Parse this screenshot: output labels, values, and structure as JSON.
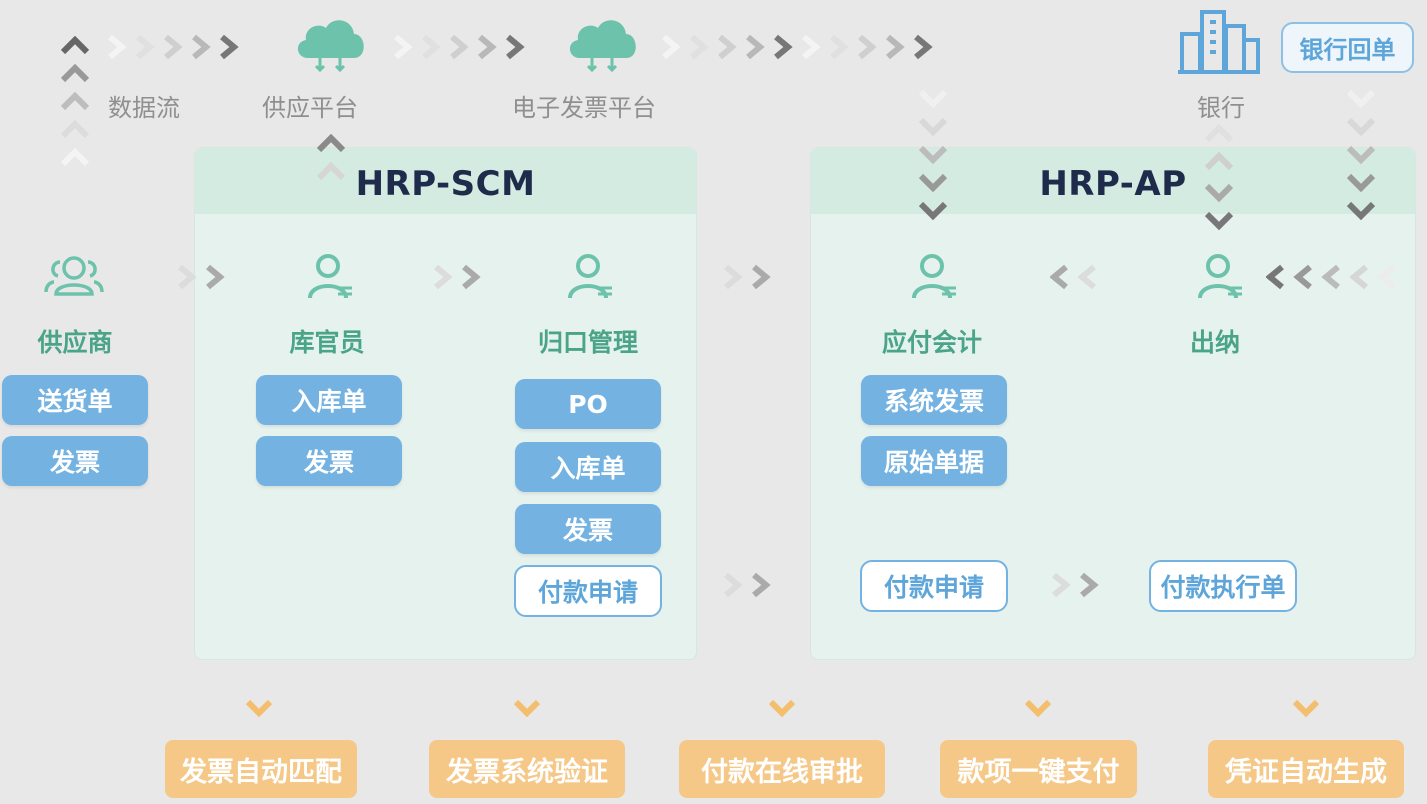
{
  "top": {
    "data_flow": "数据流",
    "supply_platform": "供应平台",
    "einvoice_platform": "电子发票平台",
    "bank": "银行",
    "bank_receipt": "银行回单"
  },
  "panels": {
    "scm_title": "HRP-SCM",
    "ap_title": "HRP-AP"
  },
  "roles": {
    "supplier": "供应商",
    "warehouse_clerk": "库官员",
    "centralized_mgmt": "归口管理",
    "ap_accountant": "应付会计",
    "cashier": "出纳"
  },
  "supplier_docs": [
    "送货单",
    "发票"
  ],
  "clerk_docs": [
    "入库单",
    "发票"
  ],
  "mgmt_docs": [
    "PO",
    "入库单",
    "发票"
  ],
  "mgmt_request": "付款申请",
  "ap_docs": [
    "系统发票",
    "原始单据"
  ],
  "ap_request": "付款申请",
  "cashier_exec": "付款执行单",
  "bottom": [
    "发票自动匹配",
    "发票系统验证",
    "付款在线审批",
    "款项一键支付",
    "凭证自动生成"
  ],
  "colors": {
    "green_icon": "#6cc2aa",
    "role_text": "#4aa488",
    "button_blue": "#74b2e2",
    "orange": "#f5c888",
    "panel_bg": "#e6f2ee",
    "panel_head": "#d3ebe1",
    "title_dark": "#1e2b4a"
  },
  "icons": {
    "cloud": "cloud-upload-icon",
    "person": "person-icon",
    "group": "group-icon",
    "building": "bank-building-icon",
    "arrow": "chevron-arrow-icon"
  }
}
